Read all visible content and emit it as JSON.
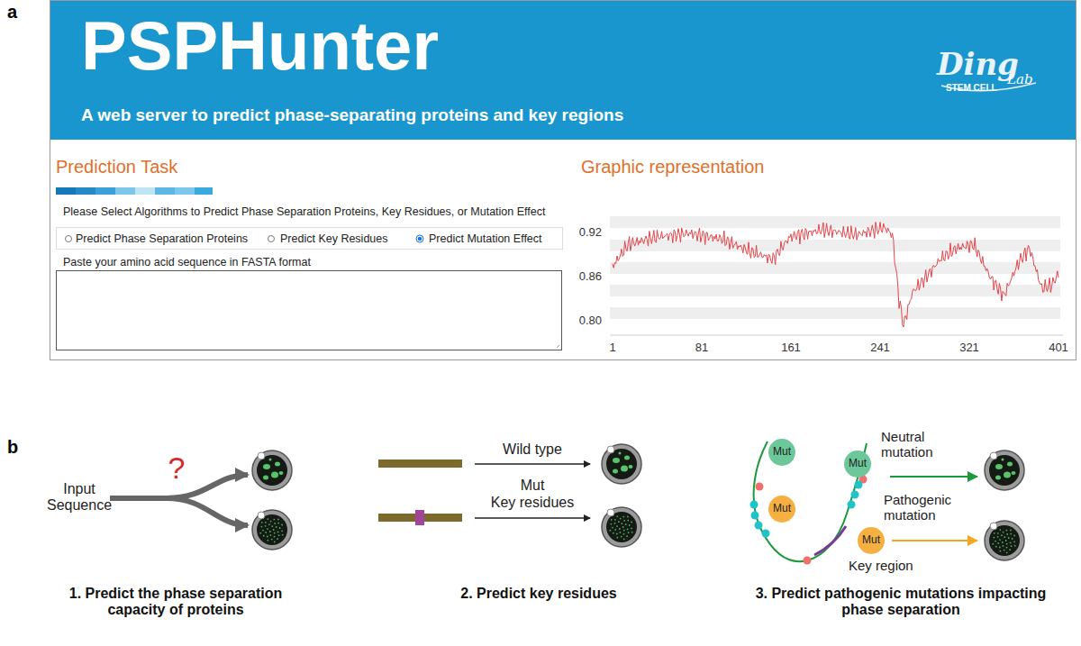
{
  "diagram": {
    "nodes": [
      {
        "text": [
          "PSPHunter",
          "A web server to predict phase-separating proteins and key regions"
        ]
      },
      {
        "text": [
          "Mut"
        ]
      },
      {
        "text": [
          "Mut"
        ]
      },
      {
        "text": [
          "Mut"
        ]
      },
      {
        "text": [
          "Mut"
        ]
      }
    ],
    "labels": [
      "a",
      "Ding",
      "STEM CELL",
      "Lab",
      "Prediction Task",
      "Please Select Algorithms to Predict Phase Separation Proteins, Key Residues, or Mutation Effect",
      "Predict Phase Separation Proteins",
      "Predict Key Residues",
      "Predict Mutation Effect",
      "Paste your amino acid sequence in FASTA format",
      "Graphic representation",
      "0.92",
      "0.86",
      "0.80",
      "1",
      "81",
      "161",
      "241",
      "321",
      "401",
      "b",
      "Input Sequence",
      "?",
      "Wild type",
      "Mut",
      "Key residues",
      "Neutral mutation",
      "Pathogenic mutation",
      "Key region",
      "1. Predict the phase separation capacity of proteins",
      "2. Predict key residues",
      "3. Predict pathogenic mutations impacting phase separation"
    ]
  }
}
